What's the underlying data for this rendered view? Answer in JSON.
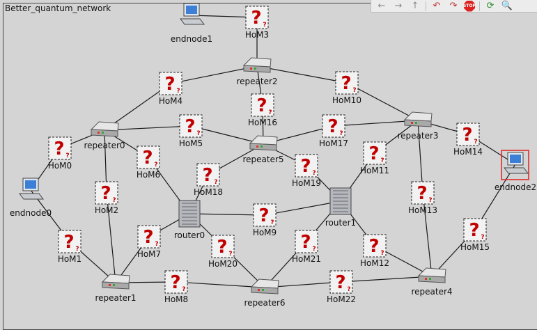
{
  "network_title": "Better_quantum_network",
  "toolbar": {
    "buttons": [
      "back-arrow-icon",
      "forward-arrow-icon",
      "up-arrow-icon",
      "step-back-icon",
      "step-icon",
      "stop-icon",
      "refresh-icon",
      "zoom-icon"
    ],
    "stop_label": "STOP"
  },
  "nodes": [
    {
      "name": "endnode0",
      "type": "endnode"
    },
    {
      "name": "endnode1",
      "type": "endnode"
    },
    {
      "name": "endnode2",
      "type": "endnode",
      "selected": true
    },
    {
      "name": "repeater0",
      "type": "repeater"
    },
    {
      "name": "repeater1",
      "type": "repeater"
    },
    {
      "name": "repeater2",
      "type": "repeater"
    },
    {
      "name": "repeater3",
      "type": "repeater"
    },
    {
      "name": "repeater4",
      "type": "repeater"
    },
    {
      "name": "repeater5",
      "type": "repeater"
    },
    {
      "name": "repeater6",
      "type": "repeater"
    },
    {
      "name": "router0",
      "type": "router"
    },
    {
      "name": "router1",
      "type": "router"
    },
    {
      "name": "HoM0",
      "type": "hom"
    },
    {
      "name": "HoM1",
      "type": "hom"
    },
    {
      "name": "HoM2",
      "type": "hom"
    },
    {
      "name": "HoM3",
      "type": "hom"
    },
    {
      "name": "HoM4",
      "type": "hom"
    },
    {
      "name": "HoM5",
      "type": "hom"
    },
    {
      "name": "HoM6",
      "type": "hom"
    },
    {
      "name": "HoM7",
      "type": "hom"
    },
    {
      "name": "HoM8",
      "type": "hom"
    },
    {
      "name": "HoM9",
      "type": "hom"
    },
    {
      "name": "HoM10",
      "type": "hom"
    },
    {
      "name": "HoM11",
      "type": "hom"
    },
    {
      "name": "HoM12",
      "type": "hom"
    },
    {
      "name": "HoM13",
      "type": "hom"
    },
    {
      "name": "HoM14",
      "type": "hom"
    },
    {
      "name": "HoM15",
      "type": "hom"
    },
    {
      "name": "HoM16",
      "type": "hom"
    },
    {
      "name": "HoM17",
      "type": "hom"
    },
    {
      "name": "HoM18",
      "type": "hom"
    },
    {
      "name": "HoM19",
      "type": "hom"
    },
    {
      "name": "HoM20",
      "type": "hom"
    },
    {
      "name": "HoM21",
      "type": "hom"
    },
    {
      "name": "HoM22",
      "type": "hom"
    }
  ],
  "links": [
    [
      "endnode1",
      "HoM3"
    ],
    [
      "HoM3",
      "repeater2"
    ],
    [
      "repeater2",
      "HoM4"
    ],
    [
      "HoM4",
      "repeater0"
    ],
    [
      "repeater2",
      "HoM10"
    ],
    [
      "HoM10",
      "repeater3"
    ],
    [
      "repeater2",
      "HoM16"
    ],
    [
      "HoM16",
      "repeater5"
    ],
    [
      "repeater0",
      "HoM5"
    ],
    [
      "HoM5",
      "repeater5"
    ],
    [
      "repeater0",
      "HoM6"
    ],
    [
      "HoM6",
      "router0"
    ],
    [
      "repeater0",
      "HoM0"
    ],
    [
      "HoM0",
      "endnode0"
    ],
    [
      "repeater0",
      "HoM2"
    ],
    [
      "HoM2",
      "repeater1"
    ],
    [
      "repeater5",
      "HoM17"
    ],
    [
      "HoM17",
      "repeater3"
    ],
    [
      "repeater5",
      "HoM18"
    ],
    [
      "HoM18",
      "router0"
    ],
    [
      "repeater5",
      "HoM19"
    ],
    [
      "HoM19",
      "router1"
    ],
    [
      "repeater3",
      "HoM11"
    ],
    [
      "HoM11",
      "router1"
    ],
    [
      "repeater3",
      "HoM14"
    ],
    [
      "HoM14",
      "endnode2"
    ],
    [
      "repeater3",
      "HoM13"
    ],
    [
      "HoM13",
      "repeater4"
    ],
    [
      "endnode2",
      "HoM15"
    ],
    [
      "HoM15",
      "repeater4"
    ],
    [
      "endnode0",
      "HoM1"
    ],
    [
      "HoM1",
      "repeater1"
    ],
    [
      "router0",
      "HoM7"
    ],
    [
      "HoM7",
      "repeater1"
    ],
    [
      "router0",
      "HoM9"
    ],
    [
      "HoM9",
      "router1"
    ],
    [
      "router0",
      "HoM20"
    ],
    [
      "HoM20",
      "repeater6"
    ],
    [
      "router1",
      "HoM21"
    ],
    [
      "HoM21",
      "repeater6"
    ],
    [
      "router1",
      "HoM12"
    ],
    [
      "HoM12",
      "repeater4"
    ],
    [
      "repeater1",
      "HoM8"
    ],
    [
      "HoM8",
      "repeater6"
    ],
    [
      "repeater6",
      "HoM22"
    ],
    [
      "HoM22",
      "repeater4"
    ]
  ]
}
